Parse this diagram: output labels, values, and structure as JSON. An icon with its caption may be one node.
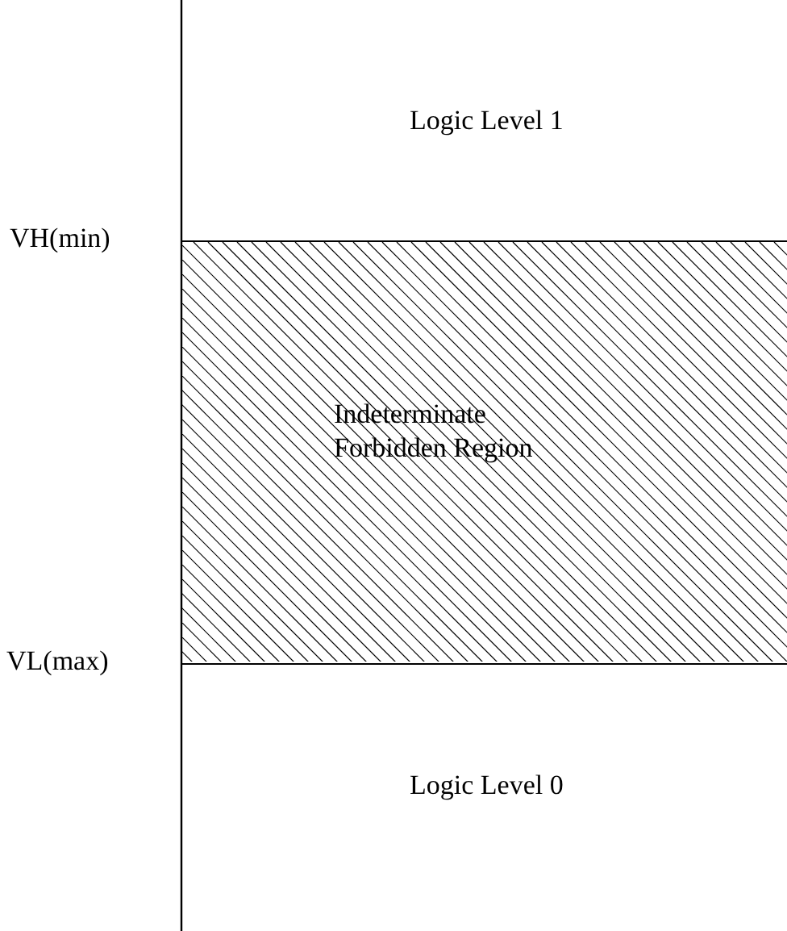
{
  "diagram": {
    "nodes": [
      {
        "text": [
          "Logic Level 1"
        ]
      },
      {
        "text": [
          "Indeterminate Forbidden Region"
        ]
      },
      {
        "text": [
          "Logic Level 0"
        ]
      }
    ],
    "labels": [
      "VH(min)",
      "VL(max)"
    ]
  }
}
